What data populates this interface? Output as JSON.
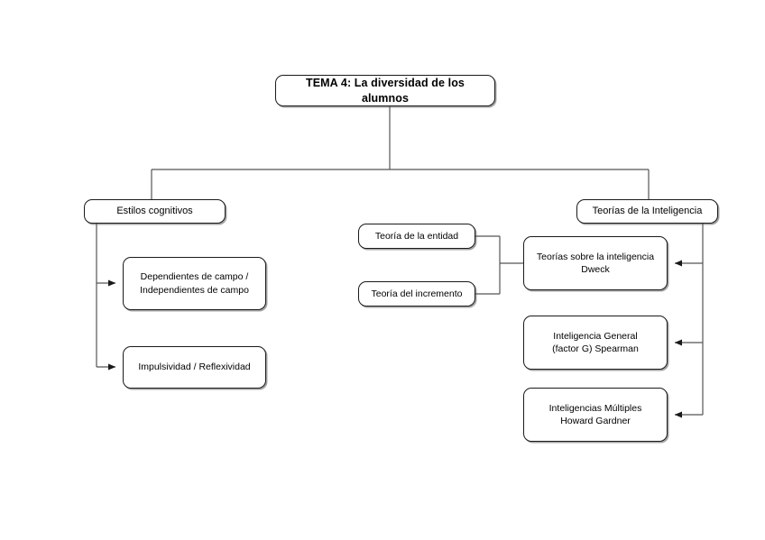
{
  "diagram": {
    "title_node": {
      "id": "tema",
      "label": "TEMA 4: La diversidad de los alumnos"
    },
    "branches": [
      {
        "id": "estilos-cognitivos",
        "label": "Estilos cognitivos"
      },
      {
        "id": "teorias-inteligencia",
        "label": "Teorías de la Inteligencia"
      }
    ],
    "estilos_children": [
      {
        "id": "dependientes-independientes",
        "label": "Dependientes de campo /\nIndependientes de campo"
      },
      {
        "id": "impulsividad-reflexividad",
        "label": "Impulsividad / Reflexividad"
      }
    ],
    "dweck_sources": [
      {
        "id": "teoria-entidad",
        "label": "Teoría de la entidad"
      },
      {
        "id": "teoria-incremento",
        "label": "Teoría del incremento"
      }
    ],
    "inteligencia_children": [
      {
        "id": "teorias-dweck",
        "label": "Teorías sobre la inteligencia\nDweck"
      },
      {
        "id": "inteligencia-general-spearman",
        "label": "Inteligencia General\n(factor G) Spearman"
      },
      {
        "id": "inteligencias-multiples-gardner",
        "label": "Inteligencias Múltiples\nHoward Gardner"
      }
    ],
    "colors": {
      "background": "#ffffff",
      "node_fill": "#ffffff",
      "node_border": "#1a1a1a",
      "connector": "#404040",
      "text": "#000000"
    }
  }
}
